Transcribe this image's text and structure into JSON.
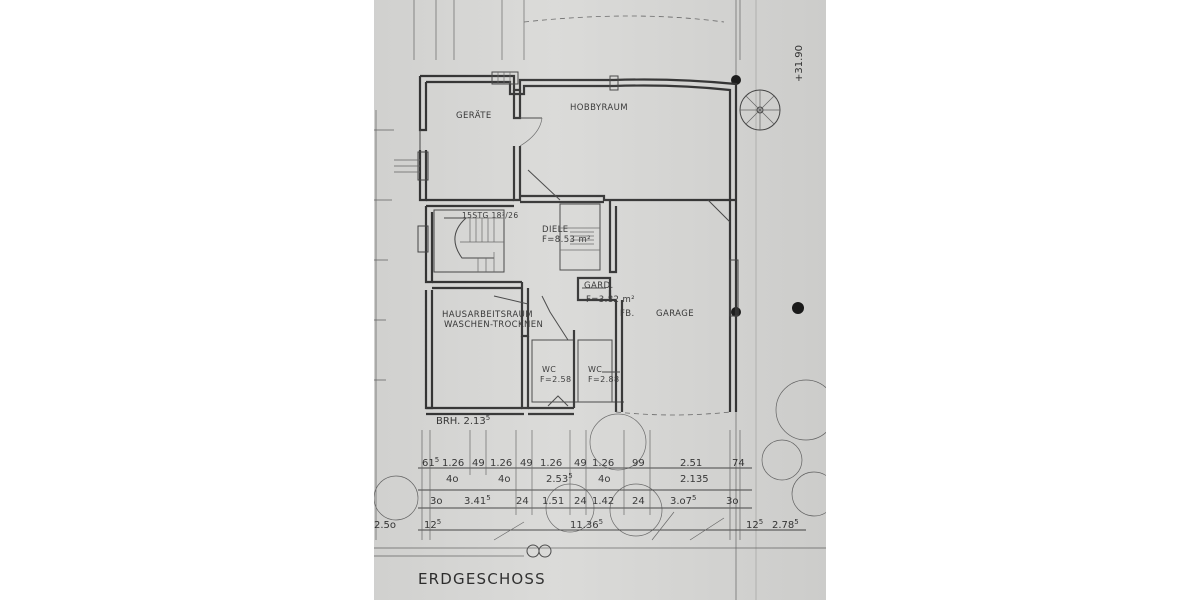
{
  "rooms": {
    "geraete": "GERÄTE",
    "hobbyraum": "HOBBYRAUM",
    "stairs": "15STG 18²/26",
    "diele": "DIELE",
    "diele_area": "F=8.53 m²",
    "gard": "GARD.",
    "gard_area": "F=3.82 m²",
    "hausarbeit_1": "HAUSARBEITSRAUM",
    "hausarbeit_2": "WASCHEN-TROCKNEN",
    "fb": "FB.",
    "garage": "GARAGE",
    "wc1": "WC",
    "wc1_area": "F=2.58",
    "wc2": "WC",
    "wc2_area": "F=2.88"
  },
  "dimensions": {
    "brh": "BRH. 2.13",
    "brh_sup": "5",
    "right_level": "+31.90",
    "row1": [
      {
        "t": "61",
        "s": "5"
      },
      {
        "t": "1.26",
        "s": ""
      },
      {
        "t": "49",
        "s": ""
      },
      {
        "t": "1.26",
        "s": ""
      },
      {
        "t": "49",
        "s": ""
      },
      {
        "t": "1.26",
        "s": ""
      },
      {
        "t": "49",
        "s": ""
      },
      {
        "t": "1.26",
        "s": ""
      },
      {
        "t": "99",
        "s": ""
      },
      {
        "t": "2.51",
        "s": ""
      },
      {
        "t": "74",
        "s": ""
      }
    ],
    "row2": [
      {
        "t": "4o",
        "s": ""
      },
      {
        "t": "4o",
        "s": ""
      },
      {
        "t": "2.53",
        "s": "5"
      },
      {
        "t": "4o",
        "s": ""
      },
      {
        "t": "2.135",
        "s": ""
      }
    ],
    "row3": [
      {
        "t": "3o",
        "s": ""
      },
      {
        "t": "3.41",
        "s": "5"
      },
      {
        "t": "24",
        "s": ""
      },
      {
        "t": "1.51",
        "s": ""
      },
      {
        "t": "24",
        "s": ""
      },
      {
        "t": "1.42",
        "s": ""
      },
      {
        "t": "24",
        "s": ""
      },
      {
        "t": "3.o7",
        "s": "5"
      },
      {
        "t": "3o",
        "s": ""
      }
    ],
    "row4": [
      {
        "t": "2.5o",
        "s": ""
      },
      {
        "t": "12",
        "s": "5"
      },
      {
        "t": "11.36",
        "s": "5"
      },
      {
        "t": "12",
        "s": "5"
      },
      {
        "t": "2.78",
        "s": "5"
      }
    ]
  },
  "plan_title": "ERDGESCHOSS"
}
